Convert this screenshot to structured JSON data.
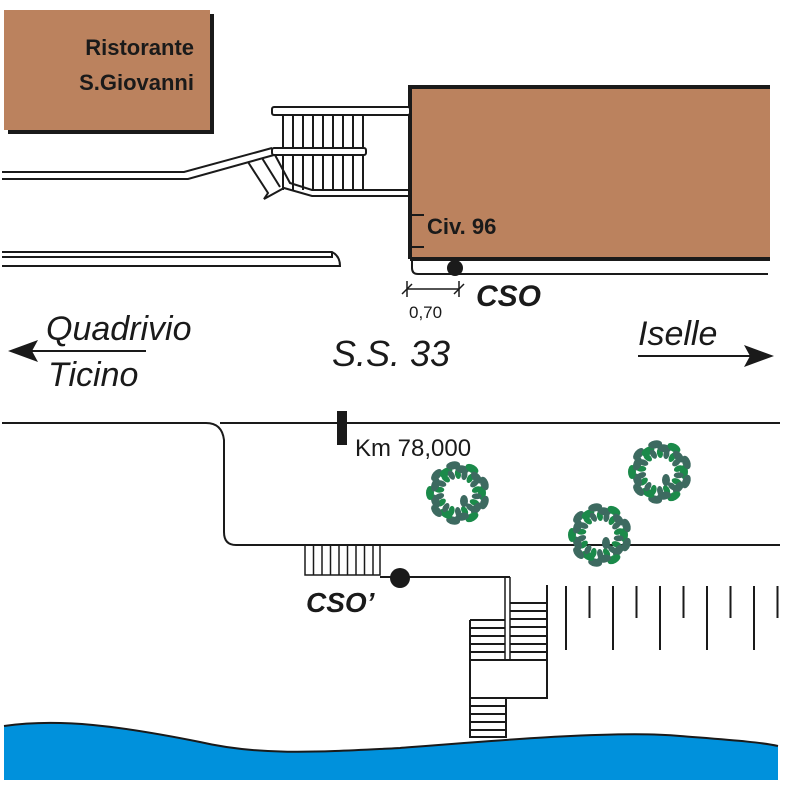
{
  "labels": {
    "restaurant_line1": "Ristorante",
    "restaurant_line2": "S.Giovanni",
    "house_number": "Civ. 96",
    "distance": "0,70",
    "cso": "CSO",
    "cso_prime": "CSO’",
    "direction_left_line1": "Quadrivio",
    "direction_left_line2": "Ticino",
    "road_name": "S.S. 33",
    "direction_right": "Iselle",
    "kilometer_marker": "Km 78,000"
  },
  "colors": {
    "building": "#bb825e",
    "water": "#0091dc",
    "tree_dark": "#3d6a60",
    "tree_light": "#1b8a4a",
    "ink": "#1a1a1a"
  }
}
